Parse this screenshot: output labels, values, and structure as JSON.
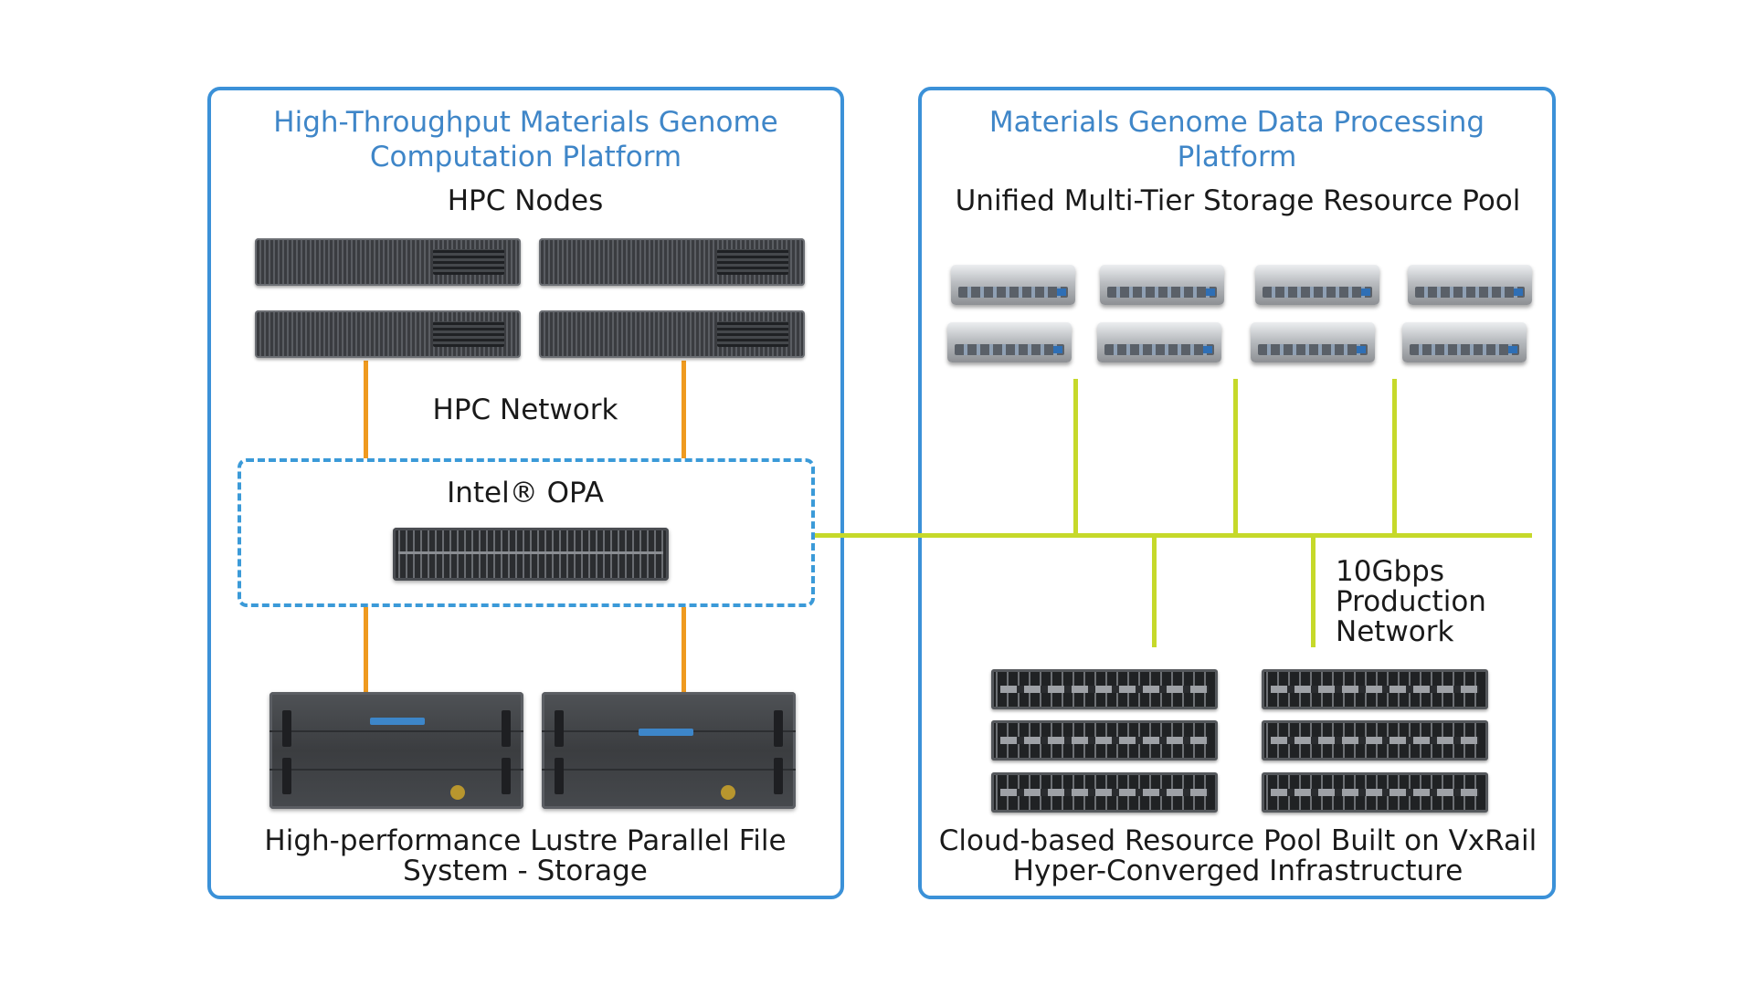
{
  "left_panel": {
    "title_line1": "High-Throughput Materials Genome",
    "title_line2": "Computation Platform",
    "hpc_nodes_label": "HPC Nodes",
    "hpc_network_label": "HPC Network",
    "opa_label": "Intel® OPA",
    "storage_label_line1": "High-performance Lustre Parallel File",
    "storage_label_line2": "System - Storage"
  },
  "right_panel": {
    "title_line1": "Materials Genome Data Processing",
    "title_line2": "Platform",
    "storage_pool_label": "Unified Multi-Tier Storage Resource Pool",
    "network_label_line1": "10Gbps",
    "network_label_line2": "Production",
    "network_label_line3": "Network",
    "cloud_label_line1": "Cloud-based Resource Pool Built on VxRail",
    "cloud_label_line2": "Hyper-Converged Infrastructure"
  },
  "colors": {
    "panel_border": "#3b91d8",
    "title_text": "#3f86c8",
    "hpc_link": "#ef9a1f",
    "production_link": "#c6d92a",
    "dashed_border": "#3b9ad8"
  },
  "icons": {
    "hpc_node": "rack-server-icon",
    "opa_switch": "network-switch-icon",
    "lustre_storage": "storage-array-icon",
    "storage_pool_node": "storage-server-icon",
    "vxrail_node": "hyperconverged-node-icon"
  }
}
